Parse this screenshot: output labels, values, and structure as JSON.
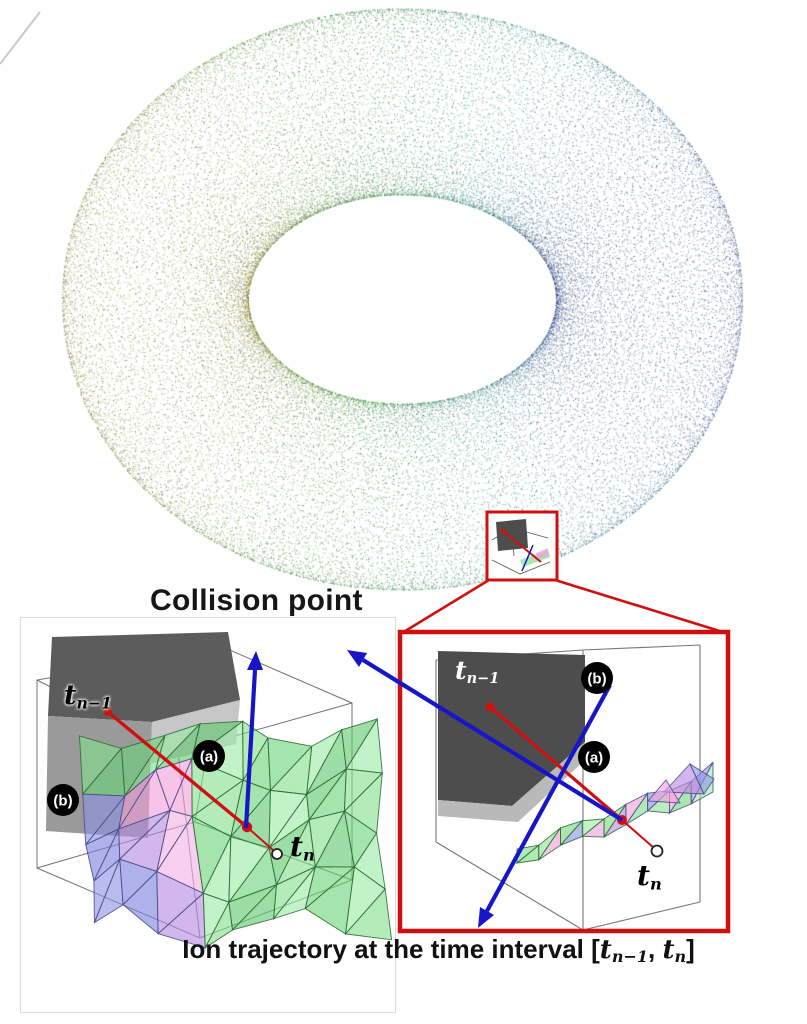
{
  "figure": {
    "collision_point_label": "Collision point",
    "caption": {
      "prefix": "Ion trajectory at the time interval [",
      "t": "t",
      "sub_prev": "n−1",
      "separator": ", ",
      "sub_n": "n",
      "suffix": "]"
    },
    "labels": {
      "t": "t",
      "sub_prev": "n−1",
      "sub_n": "n",
      "badge_a": "(a)",
      "badge_b": "(b)"
    },
    "colors": {
      "red": "#d01010",
      "blue": "#1616c8",
      "mesh_green": "#7edc86",
      "mesh_pink": "#f0a0da",
      "mesh_blue": "#8d95e6",
      "mesh_purple": "#b48ae0",
      "cube_dark": "#4d4d4d",
      "cube_mid": "#9a9a9a",
      "cube_light": "#c6c6c6",
      "wire": "#3c3c3c"
    }
  }
}
